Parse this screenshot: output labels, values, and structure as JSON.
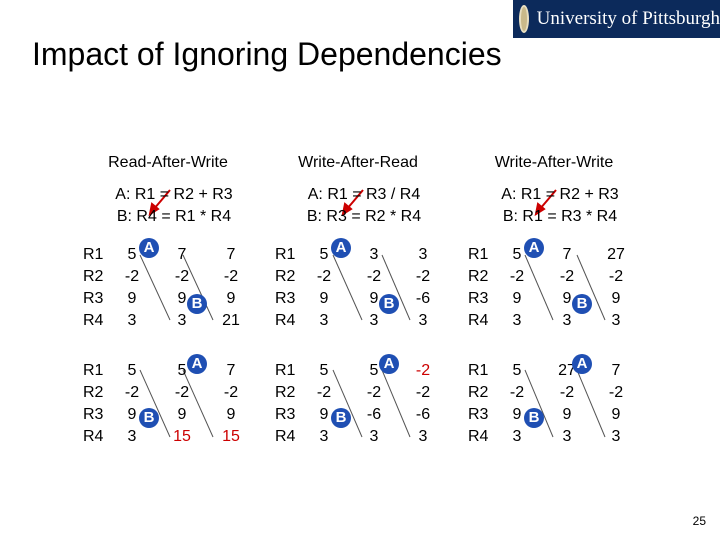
{
  "logo_text": "University of Pittsburgh",
  "title": "Impact of Ignoring Dependencies",
  "page_number": "25",
  "panels": [
    {
      "header": "Read-After-Write",
      "eq_a": "A: R1 = R2 + R3",
      "eq_b": "B: R4 = R1 * R4",
      "regs": [
        "R1",
        "R2",
        "R3",
        "R4"
      ],
      "grid1": {
        "col1": [
          "5",
          "-2",
          "9",
          "3"
        ],
        "col2": [
          "7",
          "-2",
          "9",
          "3"
        ],
        "col3": [
          "7",
          "-2",
          "9",
          "21"
        ],
        "badge1": "A",
        "badge2": "B"
      },
      "grid2": {
        "col1": [
          "5",
          "-2",
          "9",
          "3"
        ],
        "col2": [
          "5",
          "-2",
          "9",
          "15"
        ],
        "col3": [
          "7",
          "-2",
          "9",
          "15"
        ],
        "badge1": "B",
        "badge2": "A"
      }
    },
    {
      "header": "Write-After-Read",
      "eq_a": "A: R1 = R3 / R4",
      "eq_b": "B: R3 = R2 * R4",
      "regs": [
        "R1",
        "R2",
        "R3",
        "R4"
      ],
      "grid1": {
        "col1": [
          "5",
          "-2",
          "9",
          "3"
        ],
        "col2": [
          "3",
          "-2",
          "9",
          "3"
        ],
        "col3": [
          "3",
          "-2",
          "-6",
          "3"
        ],
        "badge1": "A",
        "badge2": "B"
      },
      "grid2": {
        "col1": [
          "5",
          "-2",
          "9",
          "3"
        ],
        "col2": [
          "5",
          "-2",
          "-6",
          "3"
        ],
        "col3": [
          "-2",
          "-2",
          "-6",
          "3"
        ],
        "badge1": "B",
        "badge2": "A"
      }
    },
    {
      "header": "Write-After-Write",
      "eq_a": "A: R1 = R2 + R3",
      "eq_b": "B: R1 = R3 * R4",
      "regs": [
        "R1",
        "R2",
        "R3",
        "R4"
      ],
      "grid1": {
        "col1": [
          "5",
          "-2",
          "9",
          "3"
        ],
        "col2": [
          "7",
          "-2",
          "9",
          "3"
        ],
        "col3": [
          "27",
          "-2",
          "9",
          "3"
        ],
        "badge1": "A",
        "badge2": "B"
      },
      "grid2": {
        "col1": [
          "5",
          "-2",
          "9",
          "3"
        ],
        "col2": [
          "27",
          "-2",
          "9",
          "3"
        ],
        "col3": [
          "7",
          "-2",
          "9",
          "3"
        ],
        "badge1": "B",
        "badge2": "A"
      }
    }
  ],
  "colors": {
    "badge": "#1f4fb3",
    "highlight": "#cc0000",
    "arrow": "#cc0000",
    "logo_bg": "#0c2a5b"
  }
}
